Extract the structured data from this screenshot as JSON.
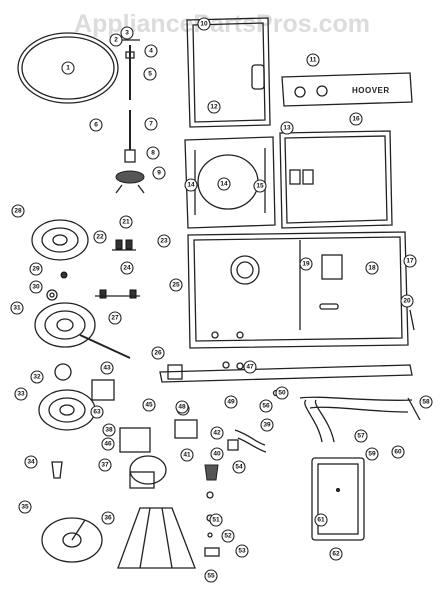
{
  "watermark": "AppliancePartsPros.com",
  "brand_label": "HOOVER",
  "callouts": [
    "1",
    "2",
    "3",
    "4",
    "5",
    "6",
    "7",
    "8",
    "9",
    "10",
    "11",
    "12",
    "13",
    "14",
    "14",
    "15",
    "16",
    "17",
    "18",
    "19",
    "20",
    "21",
    "22",
    "23",
    "24",
    "25",
    "26",
    "27",
    "28",
    "29",
    "30",
    "31",
    "32",
    "33",
    "34",
    "35",
    "36",
    "37",
    "38",
    "39",
    "40",
    "41",
    "42",
    "43",
    "44",
    "45",
    "46",
    "47",
    "48",
    "49",
    "50",
    "51",
    "52",
    "53",
    "54",
    "55",
    "56",
    "57",
    "58",
    "59",
    "60",
    "61",
    "62",
    "63"
  ]
}
